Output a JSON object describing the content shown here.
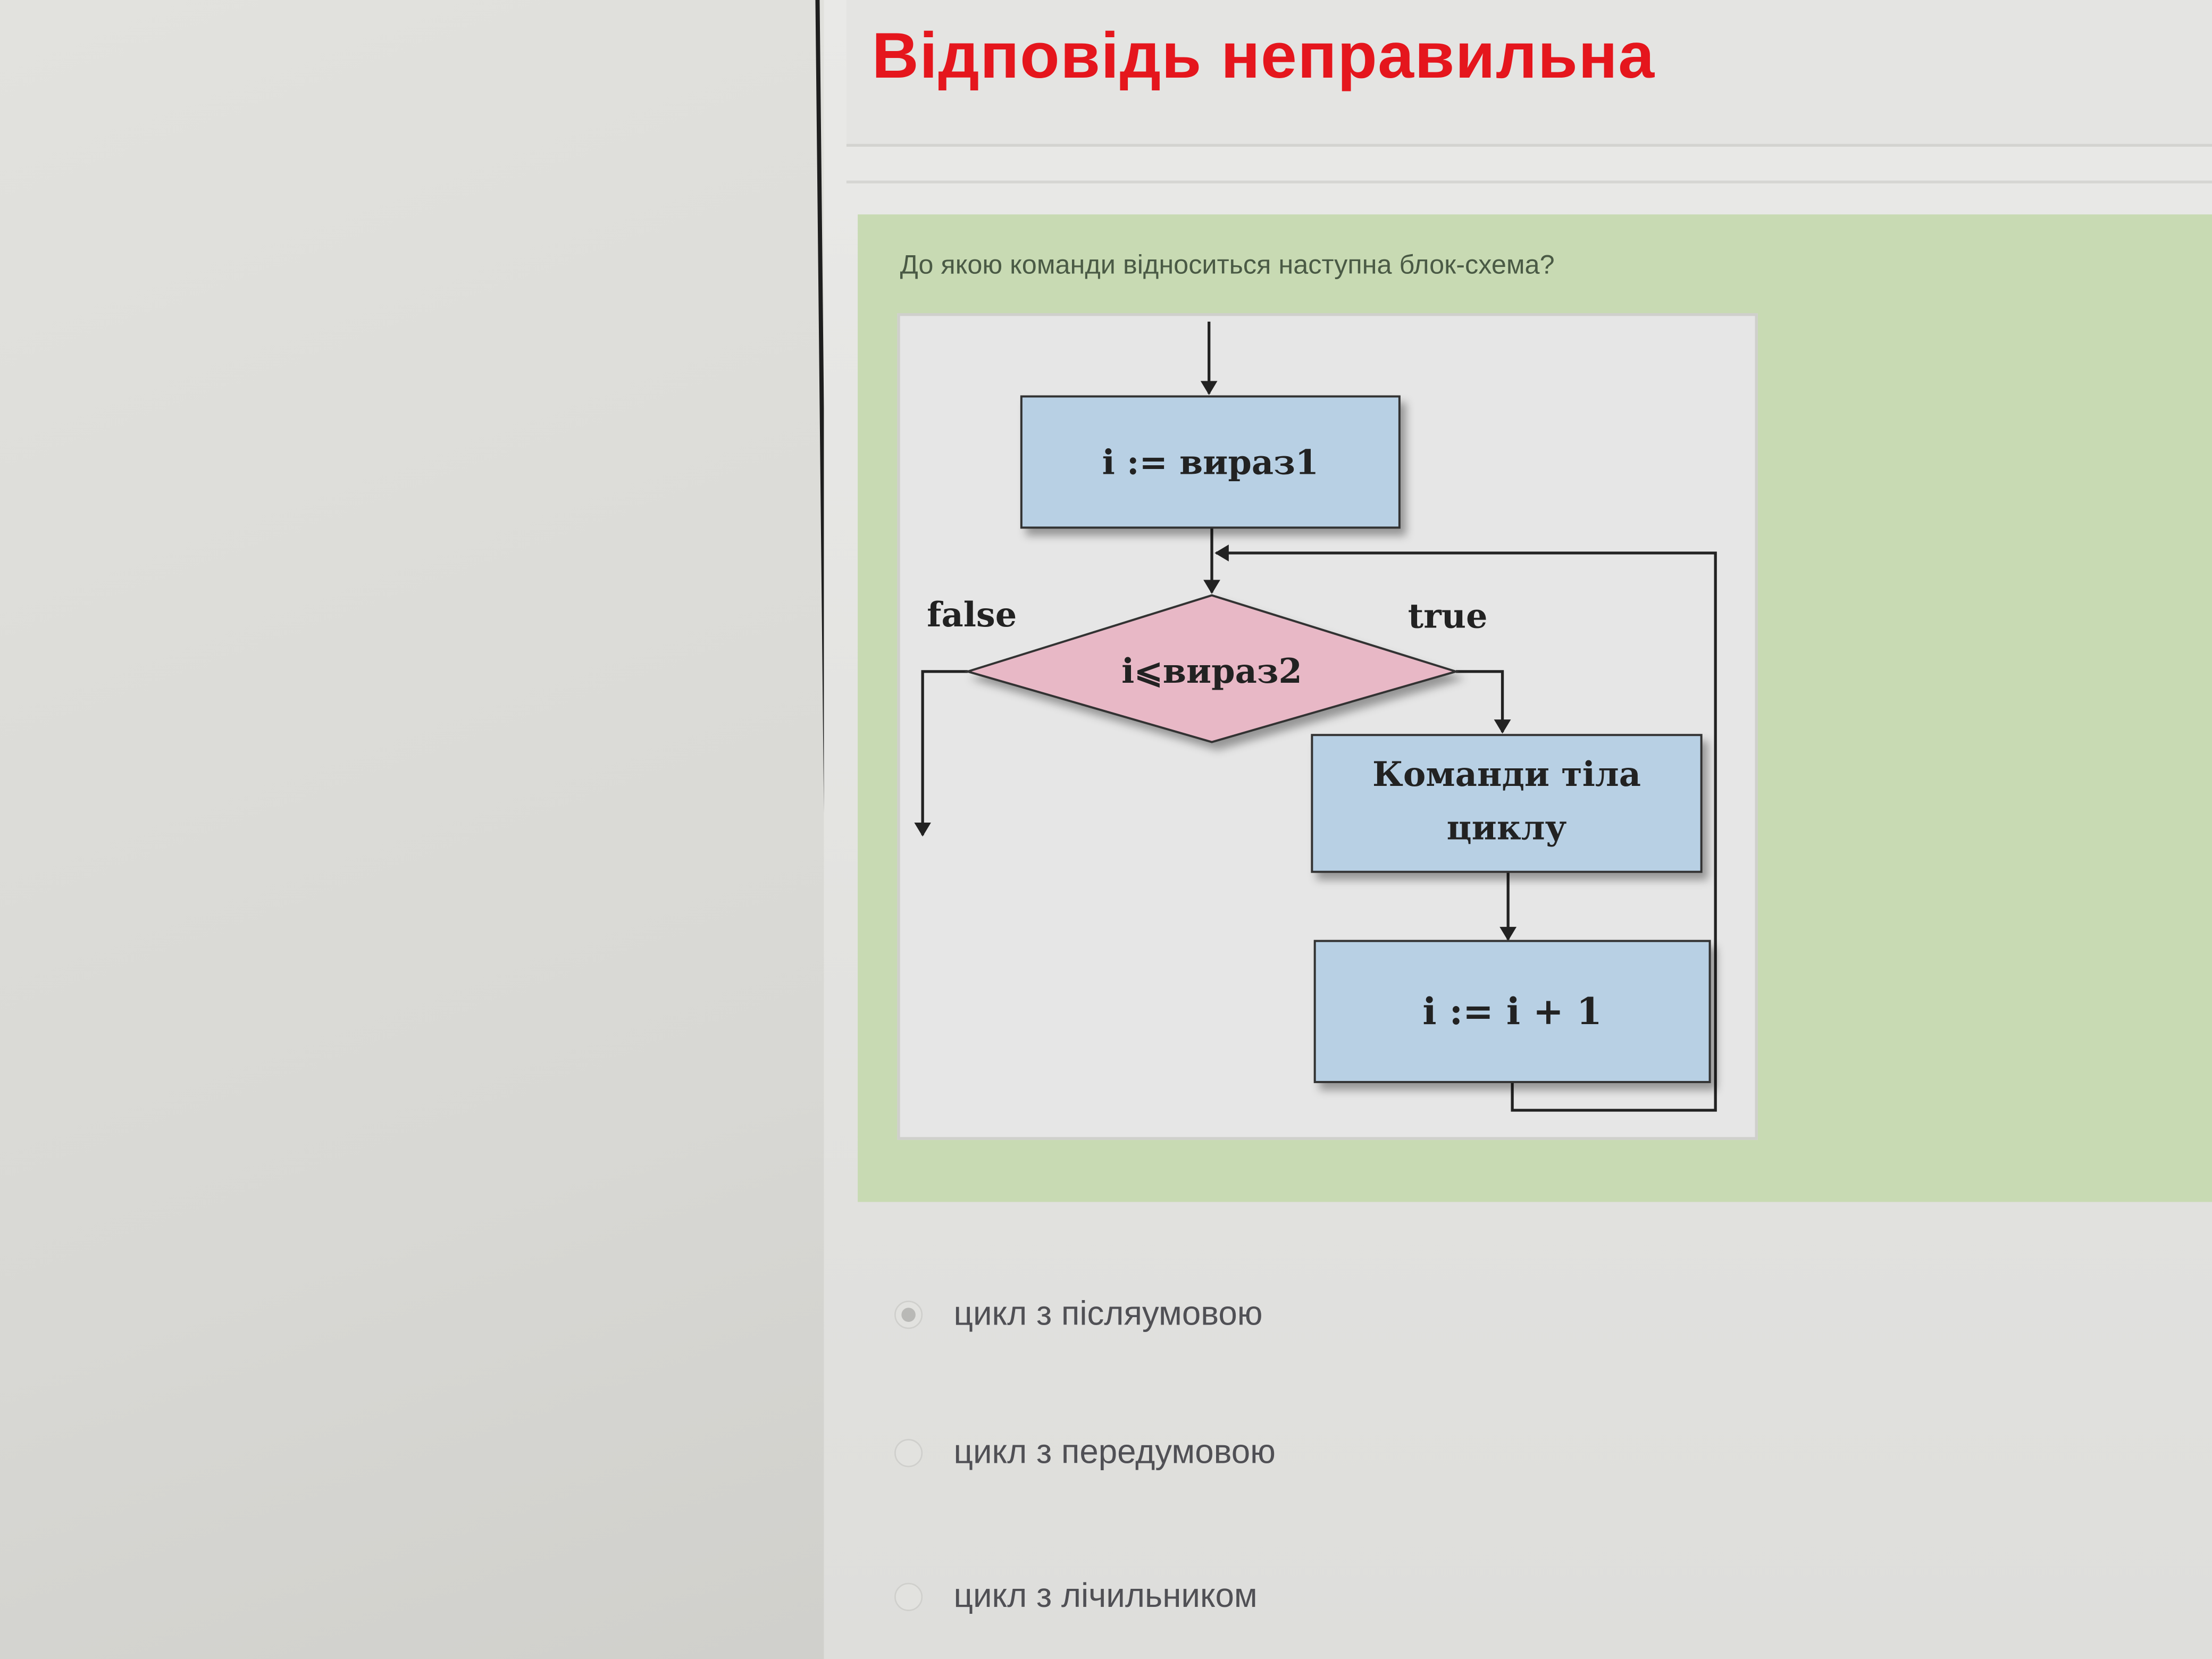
{
  "feedback": {
    "title": "Відповідь неправильна",
    "color": "#e5161d"
  },
  "question": {
    "text": "До якою команди відноситься наступна блок-схема?",
    "flowchart": {
      "init": "i := вираз1",
      "condition": "i⩽вираз2",
      "false_label": "false",
      "true_label": "true",
      "body_line1": "Команди тіла",
      "body_line2": "циклу",
      "increment": "i := i + 1"
    }
  },
  "options": [
    {
      "label": "цикл з післяумовою",
      "selected": true
    },
    {
      "label": "цикл з передумовою",
      "selected": false
    },
    {
      "label": "цикл з лічильником",
      "selected": false
    }
  ]
}
